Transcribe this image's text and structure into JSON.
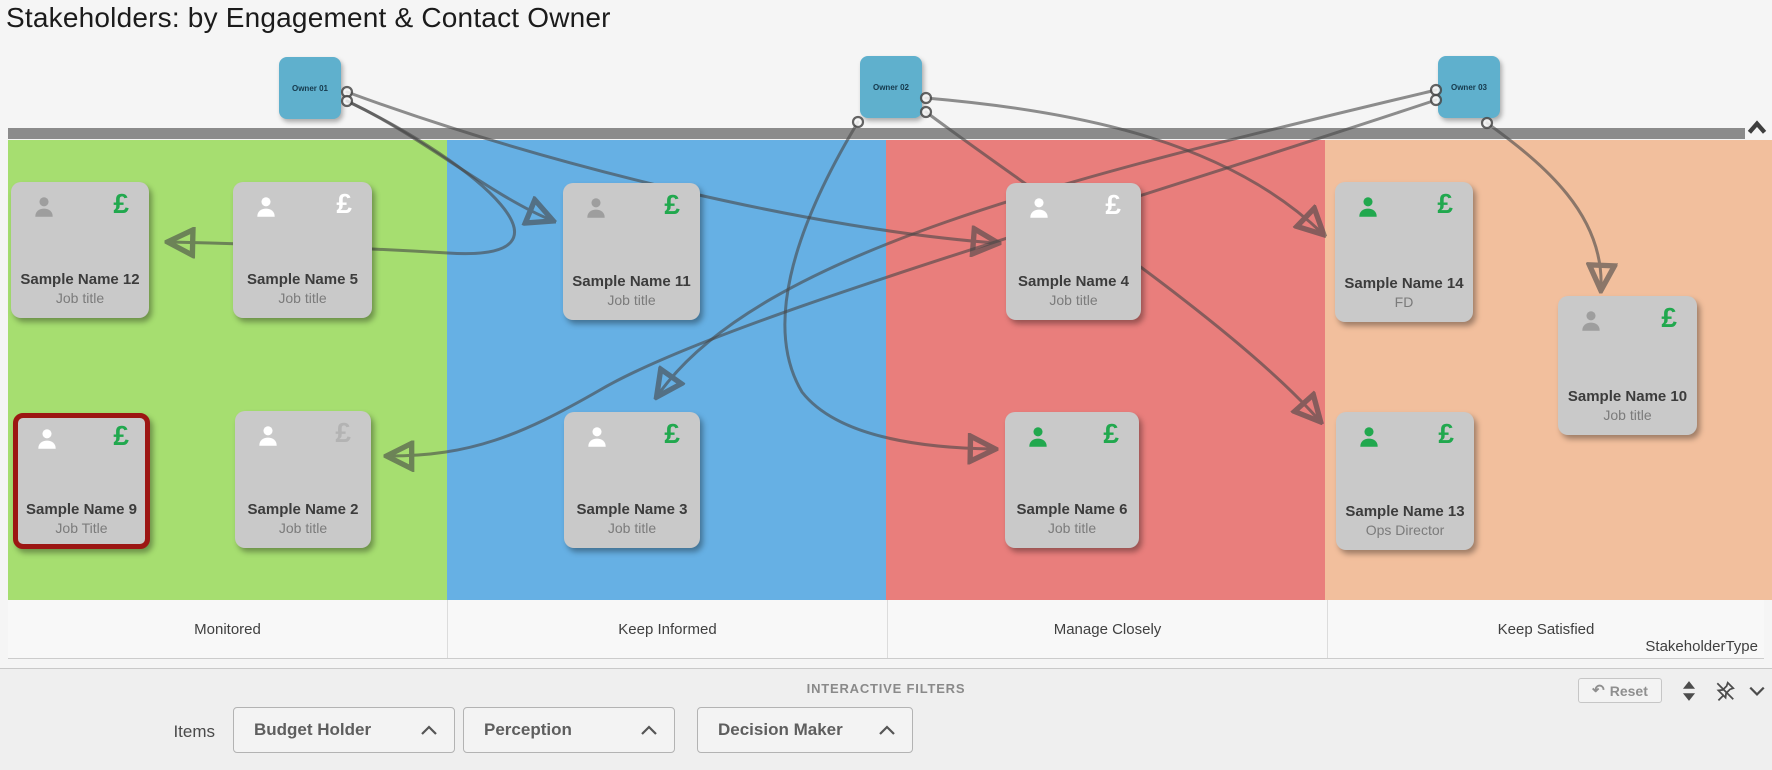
{
  "title": "Stakeholders: by Engagement & Contact Owner",
  "owners": [
    {
      "id": "owner-01",
      "label": "Owner 01"
    },
    {
      "id": "owner-02",
      "label": "Owner 02"
    },
    {
      "id": "owner-03",
      "label": "Owner 03"
    }
  ],
  "columns": [
    {
      "label": "Monitored",
      "color": "#a6de70"
    },
    {
      "label": "Keep Informed",
      "color": "#66b0e4"
    },
    {
      "label": "Manage Closely",
      "color": "#e97e7c"
    },
    {
      "label": "Keep Satisfied",
      "color": "#f2bf9d"
    }
  ],
  "axis_label": "StakeholderType",
  "stakeholders": [
    {
      "name": "Sample Name 12",
      "job_title": "Job title",
      "person_color": "#9e9e9e",
      "pound_color": "#21a84e",
      "highlighted": false
    },
    {
      "name": "Sample Name 5",
      "job_title": "Job title",
      "person_color": "#ffffff",
      "pound_color": "#ffffff",
      "highlighted": false
    },
    {
      "name": "Sample Name 11",
      "job_title": "Job title",
      "person_color": "#9e9e9e",
      "pound_color": "#21a84e",
      "highlighted": false
    },
    {
      "name": "Sample Name 4",
      "job_title": "Job title",
      "person_color": "#ffffff",
      "pound_color": "#ffffff",
      "highlighted": false
    },
    {
      "name": "Sample Name 14",
      "job_title": "FD",
      "person_color": "#21a84e",
      "pound_color": "#21a84e",
      "highlighted": false
    },
    {
      "name": "Sample Name 10",
      "job_title": "Job title",
      "person_color": "#9e9e9e",
      "pound_color": "#21a84e",
      "highlighted": false
    },
    {
      "name": "Sample Name 9",
      "job_title": "Job Title",
      "person_color": "#ffffff",
      "pound_color": "#21a84e",
      "highlighted": true
    },
    {
      "name": "Sample Name 2",
      "job_title": "Job title",
      "person_color": "#ffffff",
      "pound_color": "#b3b3b3",
      "highlighted": false
    },
    {
      "name": "Sample Name 3",
      "job_title": "Job title",
      "person_color": "#ffffff",
      "pound_color": "#21a84e",
      "highlighted": false
    },
    {
      "name": "Sample Name 6",
      "job_title": "Job title",
      "person_color": "#21a84e",
      "pound_color": "#21a84e",
      "highlighted": false
    },
    {
      "name": "Sample Name 13",
      "job_title": "Ops Director",
      "person_color": "#21a84e",
      "pound_color": "#21a84e",
      "highlighted": false
    }
  ],
  "connections": [
    {
      "from": "owner-01",
      "to": "Sample Name 4"
    },
    {
      "from": "owner-01",
      "to": "Sample Name 11"
    },
    {
      "from": "owner-01",
      "to": "Sample Name 12"
    },
    {
      "from": "owner-02",
      "to": "Sample Name 14"
    },
    {
      "from": "owner-02",
      "to": "Sample Name 13"
    },
    {
      "from": "owner-02",
      "to": "Sample Name 6"
    },
    {
      "from": "owner-03",
      "to": "Sample Name 3"
    },
    {
      "from": "owner-03",
      "to": "Sample Name 2"
    },
    {
      "from": "owner-03",
      "to": "Sample Name 10"
    }
  ],
  "filters": {
    "header": "INTERACTIVE FILTERS",
    "items_label": "Items",
    "dropdowns": [
      {
        "label": "Budget Holder"
      },
      {
        "label": "Perception"
      },
      {
        "label": "Decision Maker"
      }
    ],
    "reset_label": "Reset"
  },
  "colors": {
    "accent_green": "#21a84e",
    "card_gray": "#c9c9c9",
    "highlight_border": "#9c1613",
    "owner_node": "#5fb0cd"
  }
}
